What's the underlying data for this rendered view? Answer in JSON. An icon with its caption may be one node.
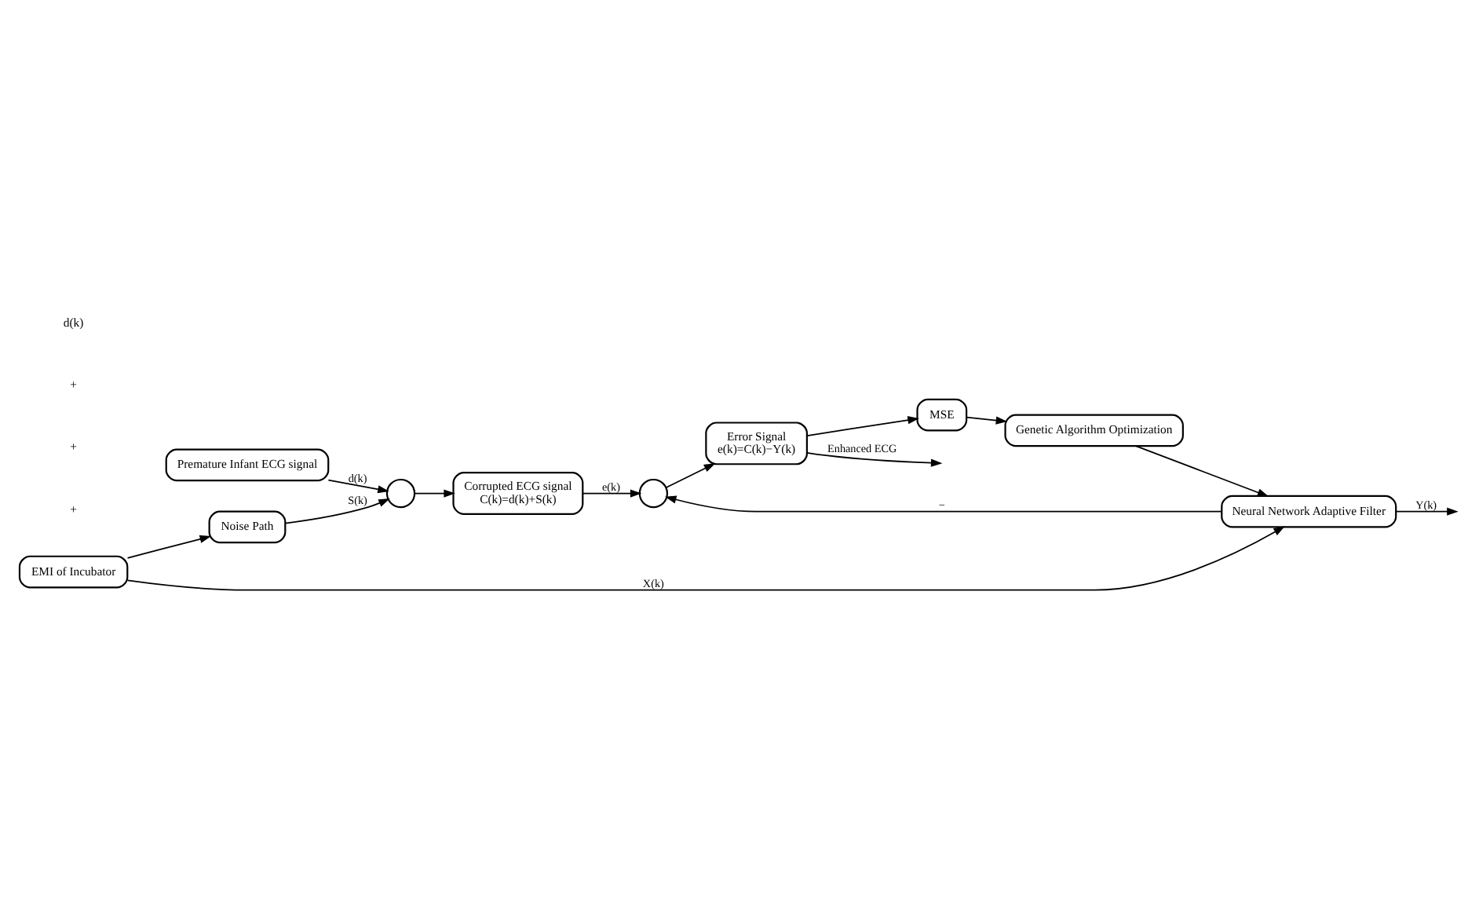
{
  "diagram": {
    "nodes": [
      {
        "text": [
          "Premature Infant ECG signal"
        ]
      },
      {
        "text": [],
        "shape": "circle"
      },
      {
        "text": [
          "Corrupted ECG signal",
          "C(k)=d(k)+S(k)"
        ]
      },
      {
        "text": [],
        "shape": "circle"
      },
      {
        "text": [
          "Error Signal",
          "e(k)=C(k)−Y(k)"
        ]
      },
      {
        "text": [
          "Noise Path"
        ]
      },
      {
        "text": [
          "EMI of Incubator"
        ]
      },
      {
        "text": [
          "Neural Network Adaptive Filter"
        ]
      },
      {
        "text": [
          "MSE"
        ]
      },
      {
        "text": [
          "Genetic Algorithm Optimization"
        ]
      }
    ],
    "edges": [
      {
        "from": 0,
        "to": 1,
        "arrow": "to",
        "label": "d(k)"
      },
      {
        "from": 5,
        "to": 1,
        "arrow": "to",
        "label": "S(k)"
      },
      {
        "from": 1,
        "to": 2,
        "arrow": "to"
      },
      {
        "from": 2,
        "to": 3,
        "arrow": "to",
        "label": "e(k)"
      },
      {
        "from": 7,
        "to": 3,
        "arrow": "to",
        "label": "−"
      },
      {
        "from": 3,
        "to": 4,
        "arrow": "to"
      },
      {
        "from": 4,
        "to": null,
        "arrow": "to",
        "label": "Enhanced ECG"
      },
      {
        "from": 6,
        "to": 5,
        "arrow": "to"
      },
      {
        "from": 6,
        "to": 7,
        "arrow": "to",
        "label": "X(k)"
      },
      {
        "from": 7,
        "to": null,
        "arrow": "to",
        "label": "Y(k)"
      },
      {
        "from": 4,
        "to": 8,
        "arrow": "to"
      },
      {
        "from": 8,
        "to": 9,
        "arrow": "to"
      },
      {
        "from": 9,
        "to": 7,
        "arrow": "to"
      }
    ],
    "labels": [
      "+",
      "+",
      "+",
      "d(k)"
    ]
  }
}
